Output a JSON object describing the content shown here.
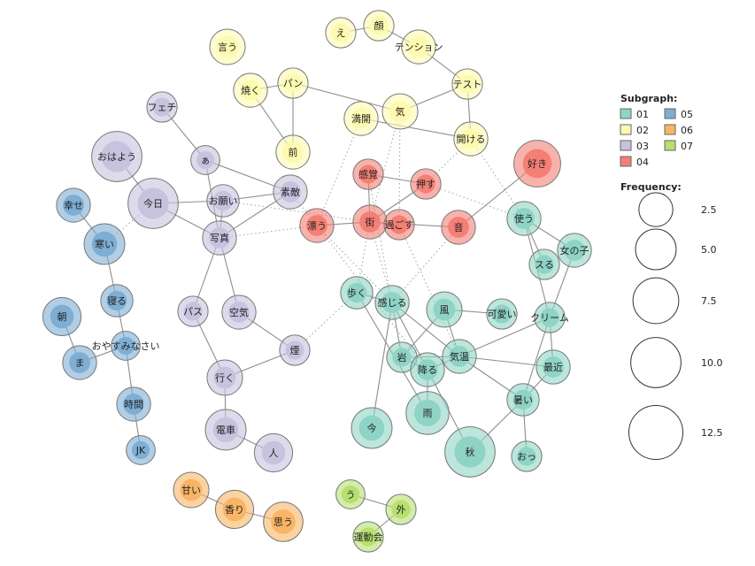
{
  "legend": {
    "subgraph_title": "Subgraph:",
    "frequency_title": "Frequency:",
    "subgraphs": [
      {
        "id": "01",
        "color": "#8fd3c5"
      },
      {
        "id": "02",
        "color": "#fdfab0"
      },
      {
        "id": "03",
        "color": "#c7c3de"
      },
      {
        "id": "04",
        "color": "#f47f74"
      },
      {
        "id": "05",
        "color": "#7eaed3"
      },
      {
        "id": "06",
        "color": "#f9b565"
      },
      {
        "id": "07",
        "color": "#b8df6f"
      }
    ],
    "frequencies": [
      "2.5",
      "5.0",
      "7.5",
      "10.0",
      "12.5"
    ]
  },
  "graph": {
    "nodes": [
      {
        "id": "e",
        "label": "え",
        "group": "02",
        "freq": 1.5
      },
      {
        "id": "kao",
        "label": "顔",
        "group": "02",
        "freq": 1.5
      },
      {
        "id": "tension",
        "label": "テンション",
        "group": "02",
        "freq": 2.5
      },
      {
        "id": "iu",
        "label": "言う",
        "group": "02",
        "freq": 3
      },
      {
        "id": "pan",
        "label": "パン",
        "group": "02",
        "freq": 1.5
      },
      {
        "id": "yaku",
        "label": "焼く",
        "group": "02",
        "freq": 2.5
      },
      {
        "id": "test",
        "label": "テスト",
        "group": "02",
        "freq": 1.5
      },
      {
        "id": "ki",
        "label": "気",
        "group": "02",
        "freq": 3
      },
      {
        "id": "mankai",
        "label": "満開",
        "group": "02",
        "freq": 2.5
      },
      {
        "id": "akeru",
        "label": "開ける",
        "group": "02",
        "freq": 2.5
      },
      {
        "id": "mae",
        "label": "前",
        "group": "02",
        "freq": 2.5
      },
      {
        "id": "fetish",
        "label": "フェチ",
        "group": "03",
        "freq": 1.5
      },
      {
        "id": "a_small",
        "label": "ぁ",
        "group": "03",
        "freq": 1.2
      },
      {
        "id": "ohayou",
        "label": "おはよう",
        "group": "03",
        "freq": 10
      },
      {
        "id": "kyou",
        "label": "今日",
        "group": "03",
        "freq": 10
      },
      {
        "id": "onegai",
        "label": "お願い",
        "group": "03",
        "freq": 2
      },
      {
        "id": "suteki",
        "label": "素敵",
        "group": "03",
        "freq": 2.5
      },
      {
        "id": "shashin",
        "label": "写真",
        "group": "03",
        "freq": 2.5
      },
      {
        "id": "pasu",
        "label": "パス",
        "group": "03",
        "freq": 1.5
      },
      {
        "id": "kuuki",
        "label": "空気",
        "group": "03",
        "freq": 2.5
      },
      {
        "id": "kemuri",
        "label": "煙",
        "group": "03",
        "freq": 1.5
      },
      {
        "id": "iku",
        "label": "行く",
        "group": "03",
        "freq": 3
      },
      {
        "id": "densha",
        "label": "電車",
        "group": "03",
        "freq": 5
      },
      {
        "id": "hito",
        "label": "人",
        "group": "03",
        "freq": 4
      },
      {
        "id": "kankaku",
        "label": "感覚",
        "group": "04",
        "freq": 1.5
      },
      {
        "id": "osu",
        "label": "押す",
        "group": "04",
        "freq": 1.5
      },
      {
        "id": "tadayou",
        "label": "漂う",
        "group": "04",
        "freq": 2.5
      },
      {
        "id": "machi",
        "label": "街",
        "group": "04",
        "freq": 2.5
      },
      {
        "id": "sugosu",
        "label": "過ごす",
        "group": "04",
        "freq": 1.5
      },
      {
        "id": "oto",
        "label": "音",
        "group": "04",
        "freq": 2.5
      },
      {
        "id": "suki",
        "label": "好き",
        "group": "04",
        "freq": 8
      },
      {
        "id": "shiawase",
        "label": "幸せ",
        "group": "05",
        "freq": 2.5
      },
      {
        "id": "samui",
        "label": "寒い",
        "group": "05",
        "freq": 5
      },
      {
        "id": "neru",
        "label": "寝る",
        "group": "05",
        "freq": 2
      },
      {
        "id": "asa",
        "label": "朝",
        "group": "05",
        "freq": 4
      },
      {
        "id": "oyasumi",
        "label": "おやすみなさい",
        "group": "05",
        "freq": 1.2
      },
      {
        "id": "ma",
        "label": "ま",
        "group": "05",
        "freq": 2.5
      },
      {
        "id": "jikan",
        "label": "時間",
        "group": "05",
        "freq": 2.5
      },
      {
        "id": "jk",
        "label": "JK",
        "group": "05",
        "freq": 1.2
      },
      {
        "id": "amai",
        "label": "甘い",
        "group": "06",
        "freq": 3
      },
      {
        "id": "kaori",
        "label": "香り",
        "group": "06",
        "freq": 4
      },
      {
        "id": "omou",
        "label": "思う",
        "group": "06",
        "freq": 4.5
      },
      {
        "id": "u",
        "label": "う",
        "group": "07",
        "freq": 1.2
      },
      {
        "id": "soto",
        "label": "外",
        "group": "07",
        "freq": 1.5
      },
      {
        "id": "undoukai",
        "label": "運動会",
        "group": "07",
        "freq": 1.5
      },
      {
        "id": "tsukau",
        "label": "使う",
        "group": "01",
        "freq": 2.5
      },
      {
        "id": "onnanoko",
        "label": "女の子",
        "group": "01",
        "freq": 2.5
      },
      {
        "id": "suru",
        "label": "スる",
        "group": "01",
        "freq": 1.5
      },
      {
        "id": "aruku",
        "label": "歩く",
        "group": "01",
        "freq": 2
      },
      {
        "id": "kanjiru",
        "label": "感じる",
        "group": "01",
        "freq": 2.5
      },
      {
        "id": "kaze",
        "label": "風",
        "group": "01",
        "freq": 3
      },
      {
        "id": "kawaii",
        "label": "可愛い",
        "group": "01",
        "freq": 1.5
      },
      {
        "id": "cream",
        "label": "クリーム",
        "group": "01",
        "freq": 1.5
      },
      {
        "id": "iwa",
        "label": "岩",
        "group": "01",
        "freq": 1.5
      },
      {
        "id": "furu",
        "label": "降る",
        "group": "01",
        "freq": 2.5
      },
      {
        "id": "kion",
        "label": "気温",
        "group": "01",
        "freq": 2.5
      },
      {
        "id": "saikin",
        "label": "最近",
        "group": "01",
        "freq": 2.5
      },
      {
        "id": "atsui",
        "label": "暑い",
        "group": "01",
        "freq": 2
      },
      {
        "id": "ima",
        "label": "今",
        "group": "01",
        "freq": 5
      },
      {
        "id": "ame",
        "label": "雨",
        "group": "01",
        "freq": 6
      },
      {
        "id": "aki",
        "label": "秋",
        "group": "01",
        "freq": 10
      },
      {
        "id": "ot",
        "label": "おっ",
        "group": "01",
        "freq": 1.5
      }
    ],
    "edges": [
      {
        "s": "e",
        "t": "kao"
      },
      {
        "s": "kao",
        "t": "tension"
      },
      {
        "s": "tension",
        "t": "test"
      },
      {
        "s": "test",
        "t": "ki"
      },
      {
        "s": "test",
        "t": "akeru"
      },
      {
        "s": "pan",
        "t": "yaku"
      },
      {
        "s": "pan",
        "t": "mae"
      },
      {
        "s": "pan",
        "t": "ki"
      },
      {
        "s": "yaku",
        "t": "mae"
      },
      {
        "s": "mankai",
        "t": "akeru"
      },
      {
        "s": "fetish",
        "t": "a_small"
      },
      {
        "s": "a_small",
        "t": "suteki"
      },
      {
        "s": "a_small",
        "t": "shashin"
      },
      {
        "s": "ohayou",
        "t": "kyou"
      },
      {
        "s": "kyou",
        "t": "shashin"
      },
      {
        "s": "kyou",
        "t": "onegai"
      },
      {
        "s": "onegai",
        "t": "suteki"
      },
      {
        "s": "onegai",
        "t": "shashin"
      },
      {
        "s": "shashin",
        "t": "suteki"
      },
      {
        "s": "shashin",
        "t": "pasu"
      },
      {
        "s": "shashin",
        "t": "kuuki"
      },
      {
        "s": "pasu",
        "t": "iku"
      },
      {
        "s": "kuuki",
        "t": "kemuri"
      },
      {
        "s": "kemuri",
        "t": "iku"
      },
      {
        "s": "iku",
        "t": "densha"
      },
      {
        "s": "densha",
        "t": "hito"
      },
      {
        "s": "kankaku",
        "t": "osu"
      },
      {
        "s": "kankaku",
        "t": "machi"
      },
      {
        "s": "tadayou",
        "t": "machi"
      },
      {
        "s": "machi",
        "t": "osu"
      },
      {
        "s": "machi",
        "t": "sugosu"
      },
      {
        "s": "machi",
        "t": "oto"
      },
      {
        "s": "oto",
        "t": "suki"
      },
      {
        "s": "shiawase",
        "t": "samui"
      },
      {
        "s": "samui",
        "t": "neru"
      },
      {
        "s": "neru",
        "t": "oyasumi"
      },
      {
        "s": "asa",
        "t": "ma"
      },
      {
        "s": "oyasumi",
        "t": "ma"
      },
      {
        "s": "oyasumi",
        "t": "jikan"
      },
      {
        "s": "jikan",
        "t": "jk"
      },
      {
        "s": "amai",
        "t": "kaori"
      },
      {
        "s": "kaori",
        "t": "omou"
      },
      {
        "s": "u",
        "t": "soto"
      },
      {
        "s": "soto",
        "t": "undoukai"
      },
      {
        "s": "tsukau",
        "t": "onnanoko"
      },
      {
        "s": "tsukau",
        "t": "suru"
      },
      {
        "s": "tsukau",
        "t": "cream"
      },
      {
        "s": "onnanoko",
        "t": "cream"
      },
      {
        "s": "aruku",
        "t": "kanjiru"
      },
      {
        "s": "kanjiru",
        "t": "iwa"
      },
      {
        "s": "kanjiru",
        "t": "furu"
      },
      {
        "s": "kanjiru",
        "t": "kion"
      },
      {
        "s": "kanjiru",
        "t": "ima"
      },
      {
        "s": "kaze",
        "t": "kawaii"
      },
      {
        "s": "kaze",
        "t": "iwa"
      },
      {
        "s": "kaze",
        "t": "kion"
      },
      {
        "s": "cream",
        "t": "kion"
      },
      {
        "s": "cream",
        "t": "saikin"
      },
      {
        "s": "cream",
        "t": "atsui"
      },
      {
        "s": "iwa",
        "t": "furu"
      },
      {
        "s": "iwa",
        "t": "kion"
      },
      {
        "s": "furu",
        "t": "kion"
      },
      {
        "s": "furu",
        "t": "ame"
      },
      {
        "s": "furu",
        "t": "aki"
      },
      {
        "s": "kion",
        "t": "saikin"
      },
      {
        "s": "kion",
        "t": "atsui"
      },
      {
        "s": "atsui",
        "t": "aki"
      },
      {
        "s": "atsui",
        "t": "ot"
      },
      {
        "s": "saikin",
        "t": "atsui"
      },
      {
        "s": "aruku",
        "t": "ame"
      }
    ],
    "cross_edges": [
      {
        "s": "mankai",
        "t": "tadayou"
      },
      {
        "s": "ki",
        "t": "machi"
      },
      {
        "s": "ki",
        "t": "sugosu"
      },
      {
        "s": "akeru",
        "t": "osu"
      },
      {
        "s": "akeru",
        "t": "tsukau"
      },
      {
        "s": "suteki",
        "t": "tadayou"
      },
      {
        "s": "shashin",
        "t": "tadayou"
      },
      {
        "s": "onegai",
        "t": "machi"
      },
      {
        "s": "tadayou",
        "t": "kanjiru"
      },
      {
        "s": "tadayou",
        "t": "furu"
      },
      {
        "s": "machi",
        "t": "aruku"
      },
      {
        "s": "machi",
        "t": "kanjiru"
      },
      {
        "s": "osu",
        "t": "tsukau"
      },
      {
        "s": "kankaku",
        "t": "kanjiru"
      },
      {
        "s": "oto",
        "t": "kanjiru"
      },
      {
        "s": "sugosu",
        "t": "kion"
      },
      {
        "s": "kemuri",
        "t": "aruku"
      },
      {
        "s": "samui",
        "t": "kyou"
      }
    ]
  }
}
